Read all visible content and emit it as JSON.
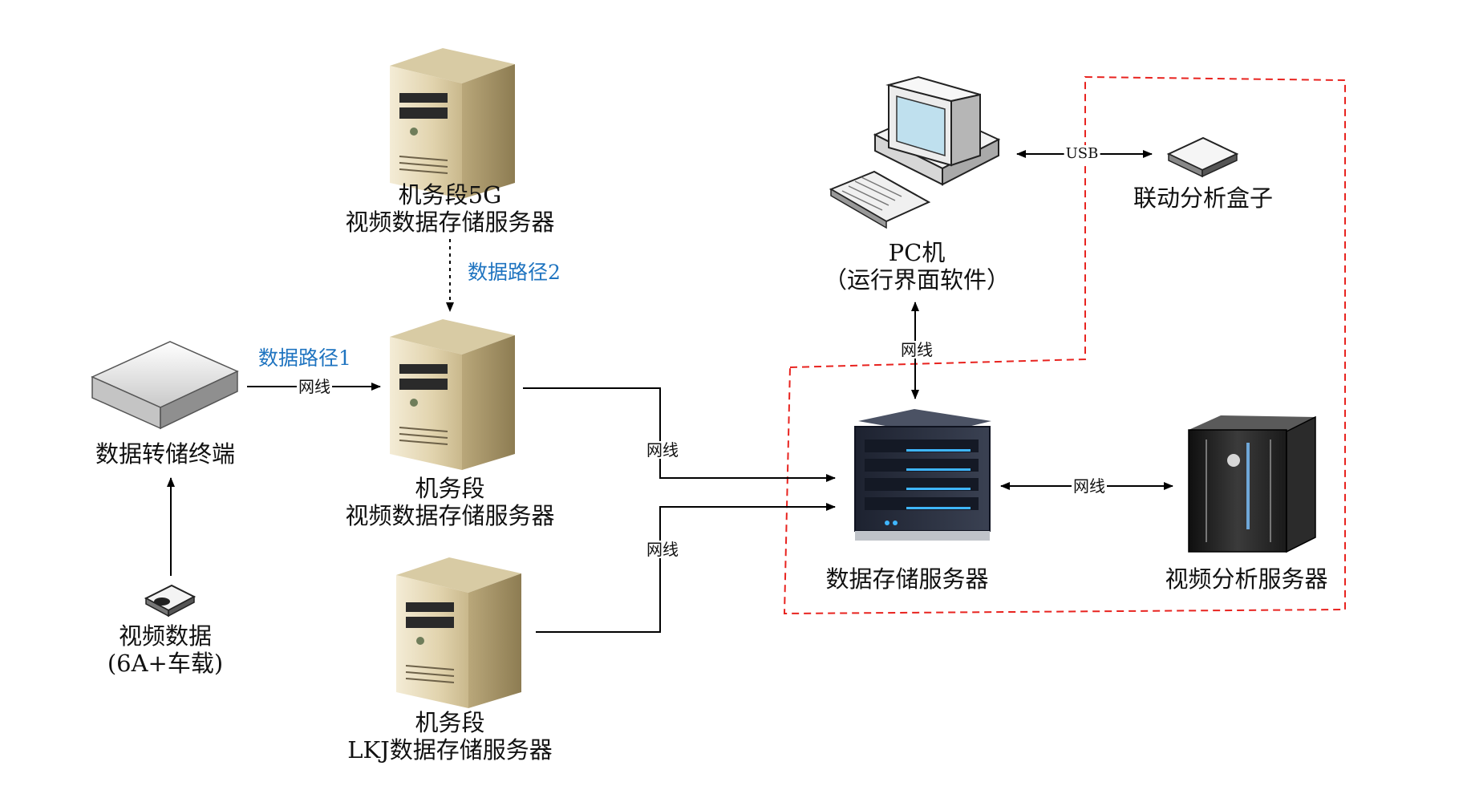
{
  "servers": {
    "server_5g": {
      "line1": "机务段5G",
      "line2": "视频数据存储服务器"
    },
    "server_video": {
      "line1": "机务段",
      "line2": "视频数据存储服务器"
    },
    "server_lkj": {
      "line1": "机务段",
      "line2": "LKJ数据存储服务器"
    }
  },
  "dump_terminal": {
    "label": "数据转储终端"
  },
  "video_data": {
    "line1": "视频数据",
    "line2": "(6A+车载)"
  },
  "pc": {
    "line1": "PC机",
    "line2": "（运行界面软件）"
  },
  "box": {
    "label": "联动分析盒子"
  },
  "storage_server": {
    "label": "数据存储服务器"
  },
  "analysis_server": {
    "label": "视频分析服务器"
  },
  "paths": {
    "path1": "数据路径1",
    "path2": "数据路径2"
  },
  "links": {
    "wire": "网线",
    "usb": "USB"
  },
  "colors": {
    "path_label": "#1f74c0",
    "boundary": "#e8231f",
    "line": "#000000"
  }
}
